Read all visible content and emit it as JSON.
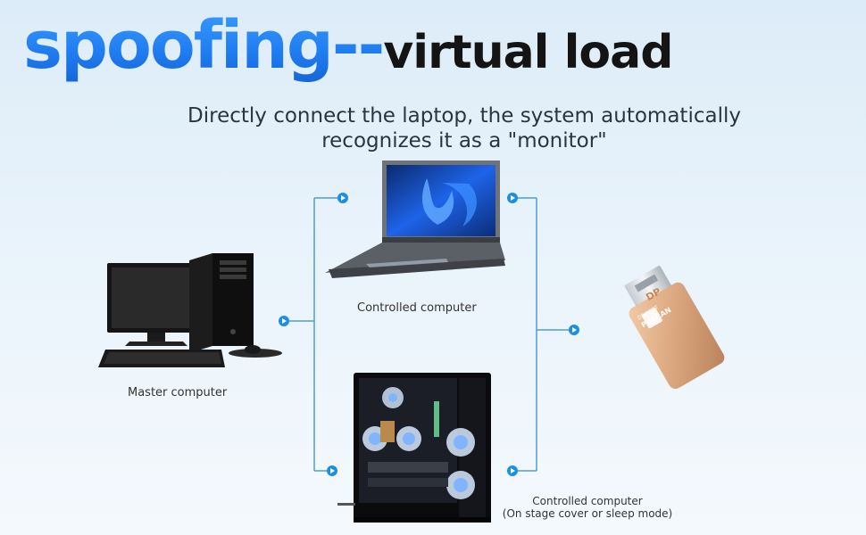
{
  "header": {
    "title_blue": "spoofing--",
    "title_black": "virtual load",
    "subtitle_line1": "Directly connect the laptop, the system automatically",
    "subtitle_line2": "recognizes it as a \"monitor\""
  },
  "labels": {
    "master": "Master computer",
    "controlled_top": "Controlled computer",
    "controlled_bottom_line1": "Controlled computer",
    "controlled_bottom_line2": "(On stage cover or sleep mode)"
  },
  "adapter": {
    "logo_text": "DP",
    "brand_text": "PUERAN",
    "small_text": "DP PORT"
  },
  "colors": {
    "accent_blue": "#1f7cf0",
    "connector_line": "#4aa0d6",
    "adapter_gold": "#d9a57d"
  }
}
